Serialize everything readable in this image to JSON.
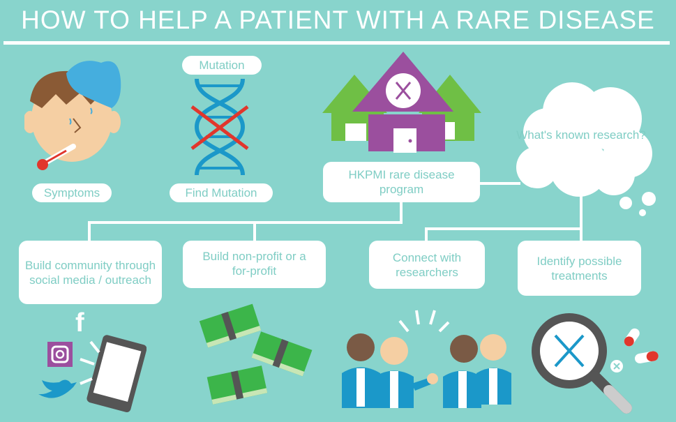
{
  "title": "HOW TO HELP A PATIENT WITH A RARE DISEASE",
  "labels": {
    "symptoms": "Symptoms",
    "mutation": "Mutation",
    "find_mutation": "Find Mutation"
  },
  "program": "HKPMI rare disease program",
  "cloud": "What's known research?",
  "steps": [
    "Build community through social media / outreach",
    "Build non-profit or a for-profit",
    "Connect with researchers",
    "Identify possible treatments"
  ],
  "colors": {
    "background": "#88d4cc",
    "text": "#7fcdc4",
    "purple": "#9b4f9e",
    "green": "#6fbf45",
    "blue": "#1b98c9"
  }
}
